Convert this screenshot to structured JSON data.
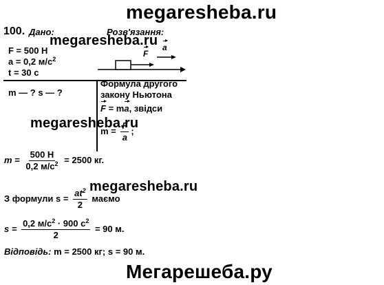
{
  "watermark": {
    "top": "megaresheba.ru",
    "mid1": "megaresheba.ru",
    "mid2": "megaresheba.ru",
    "mid3": "megaresheba.ru",
    "bottom": "Мегарешеба.ру"
  },
  "problem": {
    "number": "100.",
    "given_label": "Дано:",
    "solution_label": "Розв'язання:",
    "given": {
      "F": "F = 500 Н",
      "a": "a = 0,2 м/с",
      "a_exp": "2",
      "t": "t = 30 с"
    },
    "unknowns": "m — ? s — ?",
    "diagram": {
      "force_label": "F",
      "accel_label": "a"
    },
    "text_newton_1": "Формула другого",
    "text_newton_2": "закону Ньютона",
    "newton_formula": {
      "F": "F",
      "eq": " = m",
      "a": "a",
      "tail": ",  звідси"
    },
    "mass_formula": {
      "lhs": "m =",
      "num": "F",
      "den": "a",
      "tail": ";"
    },
    "mass_calc": {
      "lhs": "m =",
      "num": "500 Н",
      "den": "0,2 м/с",
      "den_exp": "2",
      "result": "= 2500 кг."
    },
    "path_intro": {
      "prefix": "З формули  s =",
      "num": "at",
      "num_exp": "2",
      "den": "2",
      "suffix": "маємо"
    },
    "path_calc": {
      "lhs": "s =",
      "num_a": "0,2 м/с",
      "num_a_exp": "2",
      "num_b": " · 900 с",
      "num_b_exp": "2",
      "den": "2",
      "result": "= 90 м."
    },
    "answer": {
      "label": "Відповідь:",
      "text": " m = 2500 кг; s = 90 м."
    }
  }
}
